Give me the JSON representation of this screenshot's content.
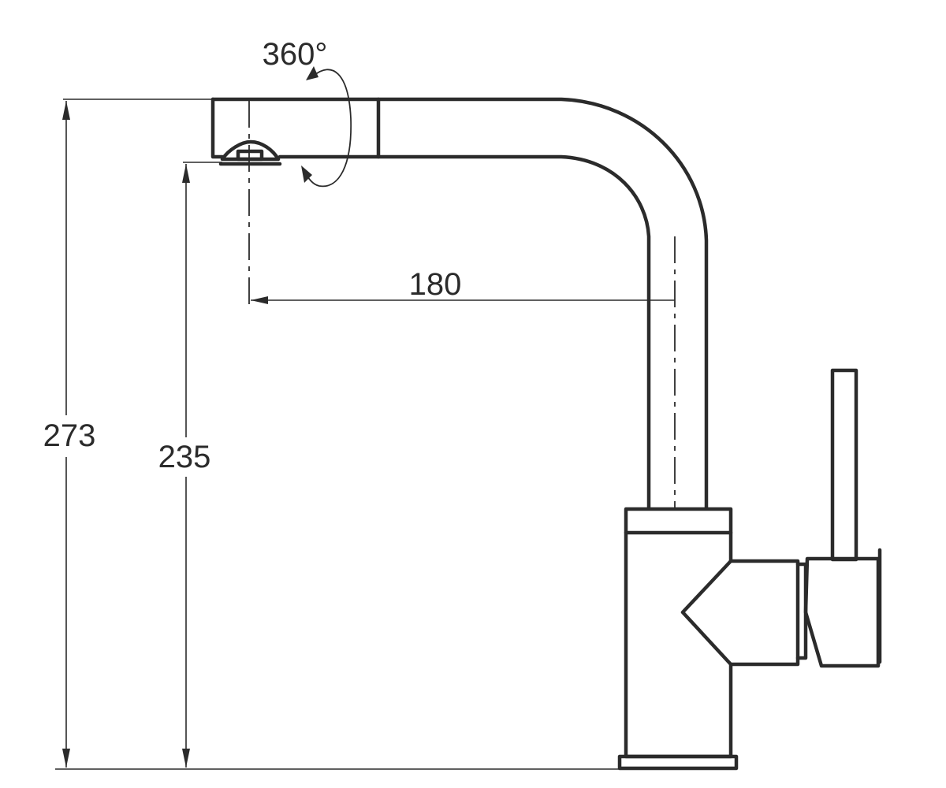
{
  "dimensions": {
    "total_height": "273",
    "outlet_height": "235",
    "reach": "180",
    "rotation": "360°"
  },
  "colors": {
    "line": "#2b2b2b",
    "background": "#ffffff"
  }
}
